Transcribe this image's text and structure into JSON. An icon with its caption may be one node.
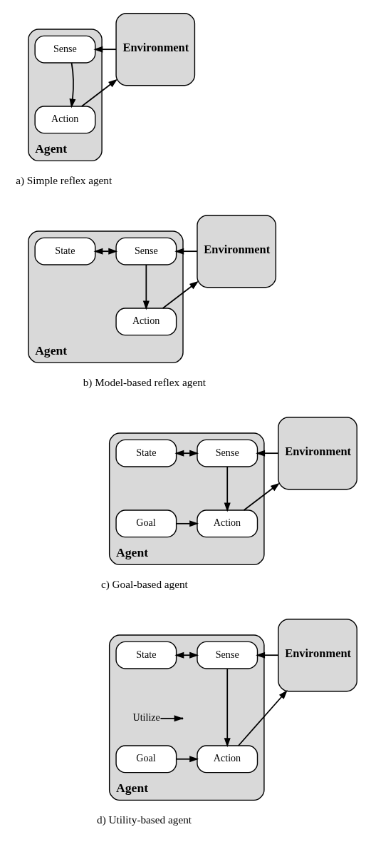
{
  "diagram": {
    "nodes": [
      {
        "text": [
          "Agent"
        ]
      },
      {
        "text": [
          "Sense"
        ],
        "in": 0
      },
      {
        "text": [
          "Action"
        ],
        "in": 0
      },
      {
        "text": [
          "Environment"
        ]
      },
      {
        "text": [
          "Agent"
        ]
      },
      {
        "text": [
          "State"
        ],
        "in": 4
      },
      {
        "text": [
          "Sense"
        ],
        "in": 4
      },
      {
        "text": [
          "Action"
        ],
        "in": 4
      },
      {
        "text": [
          "Environment"
        ]
      },
      {
        "text": [
          "Agent"
        ]
      },
      {
        "text": [
          "State"
        ],
        "in": 9
      },
      {
        "text": [
          "Sense"
        ],
        "in": 9
      },
      {
        "text": [
          "Goal"
        ],
        "in": 9
      },
      {
        "text": [
          "Action"
        ],
        "in": 9
      },
      {
        "text": [
          "Environment"
        ]
      },
      {
        "text": [
          "Agent"
        ]
      },
      {
        "text": [
          "State"
        ],
        "in": 15
      },
      {
        "text": [
          "Sense"
        ],
        "in": 15
      },
      {
        "text": [
          "Utilize"
        ],
        "in": 15
      },
      {
        "text": [
          "Goal"
        ],
        "in": 15
      },
      {
        "text": [
          "Action"
        ],
        "in": 15
      },
      {
        "text": [
          "Environment"
        ]
      }
    ],
    "edges": [
      {
        "from": 3,
        "to": 1,
        "arrow": "to"
      },
      {
        "from": 1,
        "to": 2,
        "arrow": "to"
      },
      {
        "from": 2,
        "to": 3,
        "arrow": "to"
      },
      {
        "from": 5,
        "to": 6,
        "arrow": "both"
      },
      {
        "from": 8,
        "to": 6,
        "arrow": "to"
      },
      {
        "from": 6,
        "to": 7,
        "arrow": "to"
      },
      {
        "from": 7,
        "to": 8,
        "arrow": "to"
      },
      {
        "from": 10,
        "to": 11,
        "arrow": "both"
      },
      {
        "from": 14,
        "to": 11,
        "arrow": "to"
      },
      {
        "from": 11,
        "to": 13,
        "arrow": "to"
      },
      {
        "from": 12,
        "to": 13,
        "arrow": "to"
      },
      {
        "from": 13,
        "to": 14,
        "arrow": "to"
      },
      {
        "from": 16,
        "to": 17,
        "arrow": "both"
      },
      {
        "from": 21,
        "to": 17,
        "arrow": "to"
      },
      {
        "from": 17,
        "to": 20,
        "arrow": "to"
      },
      {
        "from": 18,
        "to": null,
        "arrow": "to"
      },
      {
        "from": 19,
        "to": 20,
        "arrow": "to"
      },
      {
        "from": 20,
        "to": 21,
        "arrow": "to"
      }
    ],
    "labels": [
      "a) Simple reflex agent",
      "b) Model-based reflex agent",
      "c) Goal-based agent",
      "d) Utility-based agent"
    ]
  }
}
